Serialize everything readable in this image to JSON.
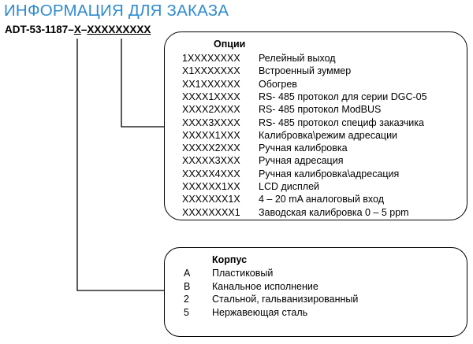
{
  "title": "ИНФОРМАЦИЯ ДЛЯ ЗАКАЗА",
  "order_code": {
    "prefix": "ADT-53-1187–",
    "case_field": "X",
    "separator": "–",
    "options_field": "XXXXXXXXX"
  },
  "options": {
    "heading": "Опции",
    "items": [
      {
        "code": "1XXXXXXXX",
        "desc": "Релейный выход"
      },
      {
        "code": "X1XXXXXXX",
        "desc": "Встроенный зуммер"
      },
      {
        "code": "XX1XXXXXX",
        "desc": "Обогрев"
      },
      {
        "code": "XXXX1XXXX",
        "desc": "RS- 485 протокол для серии DGC-05"
      },
      {
        "code": "XXXX2XXXX",
        "desc": "RS- 485 протокол ModBUS"
      },
      {
        "code": "XXXX3XXXX",
        "desc": "RS- 485 протокол специф заказчика"
      },
      {
        "code": "XXXXX1XXX",
        "desc": "Калибровка\\режим адресации"
      },
      {
        "code": "XXXXX2XXX",
        "desc": "Ручная калибровка"
      },
      {
        "code": "XXXXX3XXX",
        "desc": "Ручная адресация"
      },
      {
        "code": "XXXXX4XXX",
        "desc": "Ручная калибровка\\адресация"
      },
      {
        "code": "XXXXXX1XX",
        "desc": "LCD дисплей"
      },
      {
        "code": "XXXXXXX1X",
        "desc": "4 – 20 mA аналоговый вход"
      },
      {
        "code": "XXXXXXXX1",
        "desc": "Заводская калибровка 0 – 5 ppm"
      }
    ]
  },
  "case": {
    "heading": "Корпус",
    "items": [
      {
        "code": "A",
        "desc": "Пластиковый"
      },
      {
        "code": "B",
        "desc": "Канальное исполнение"
      },
      {
        "code": "2",
        "desc": "Стальной, гальванизированный"
      },
      {
        "code": "5",
        "desc": "Нержавеющая сталь"
      }
    ]
  },
  "colors": {
    "title": "#2e8bd0",
    "text": "#000000",
    "lines": "#000000"
  }
}
